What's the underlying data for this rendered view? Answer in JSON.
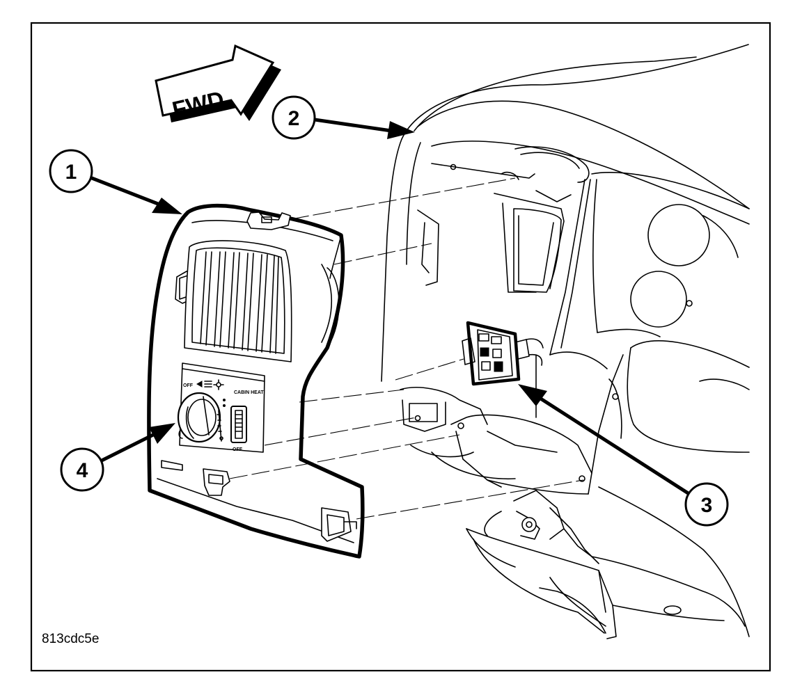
{
  "direction_arrow": {
    "label": "FWD"
  },
  "callouts": [
    {
      "number": "1"
    },
    {
      "number": "2"
    },
    {
      "number": "3"
    },
    {
      "number": "4"
    }
  ],
  "figure_id": "813cdc5e",
  "switch_labels": {
    "top": "CABIN HEAT",
    "off": "OFF",
    "dial_off": "OFF"
  }
}
